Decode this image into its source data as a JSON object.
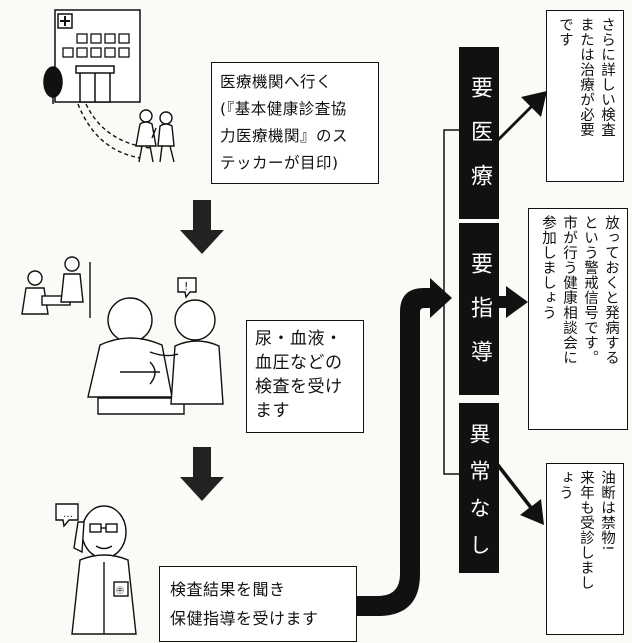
{
  "steps": {
    "step1": "医療機関へ行く\n(『基本健康診査協\n力医療機関』のス\nテッカーが目印)",
    "step2": "尿・血液・\n血圧などの\n検査を受け\nます",
    "step3": "検査結果を聞き\n保健指導を受けます"
  },
  "results": [
    {
      "label": "要医療",
      "note": "さらに詳しい検査\nまたは治療が必要\nです"
    },
    {
      "label": "要指導",
      "note": "放っておくと発病する\nという警戒信号です。\n市が行う健康相談会に\n参加しましょう"
    },
    {
      "label": "異常なし",
      "note": "油断は禁物!\n来年も受診しまし\nょう"
    }
  ],
  "colors": {
    "ink": "#111111",
    "paper": "#ffffff"
  }
}
